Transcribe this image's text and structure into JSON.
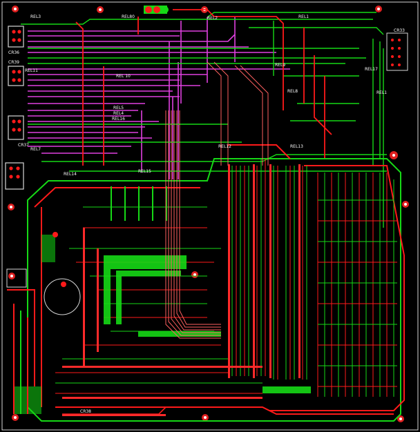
{
  "board": {
    "background": "#000000",
    "colors": {
      "top_layer": "#ff1a1a",
      "bottom_layer": "#16d916",
      "inner_layer": "#e040e0",
      "silkscreen": "#ffffff",
      "outline": "#d9d9d9",
      "pad": "#ff2a2a"
    },
    "labels": {
      "rel3": "REL3",
      "rel80": "REL80",
      "rel1": "REL1",
      "cr36": "CR36",
      "cr39": "CR39",
      "rel2": "REL2",
      "rel11": "REL11",
      "rel9": "REL9",
      "rel10": "REL\n10",
      "rel8": "REL8",
      "rel17": "REL17",
      "rel5": "REL5",
      "rel4": "REL4",
      "rel16": "REL16",
      "rel7": "REL7",
      "rel12": "REL12",
      "rel13": "REL13",
      "rel15": "REL15",
      "rel14": "REL14",
      "cr37": "CR37",
      "cr38": "CR38",
      "cr33": "CR33",
      "rel1_lower": "REL1"
    }
  }
}
